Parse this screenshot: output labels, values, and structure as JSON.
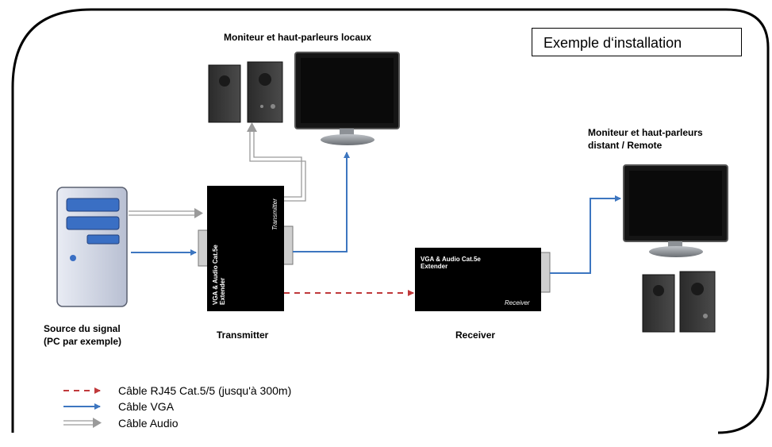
{
  "title": "Exemple d‘installation",
  "labels": {
    "local_monitor": "Moniteur et haut-parleurs locaux",
    "remote_monitor_line1": "Moniteur et haut-parleurs",
    "remote_monitor_line2": "distant / Remote",
    "source_line1": "Source du signal",
    "source_line2": "(PC par exemple)",
    "transmitter": "Transmitter",
    "receiver": "Receiver"
  },
  "transmitter_device": {
    "line1": "VGA & Audio Cat.5e",
    "line2": "Extender",
    "side_label": "Transmitter"
  },
  "receiver_device": {
    "line1": "VGA & Audio Cat.5e",
    "line2": "Extender",
    "corner_label": "Receiver"
  },
  "legend": [
    {
      "type": "rj45",
      "text": "Câble RJ45 Cat.5/5 (jusqu'à 300m)",
      "color": "#c0393b"
    },
    {
      "type": "vga",
      "text": "Câble VGA",
      "color": "#3d76c0"
    },
    {
      "type": "audio",
      "text": "Câble Audio",
      "color": "#9a9a9a"
    }
  ],
  "colors": {
    "vga": "#3d76c0",
    "rj45": "#c0393b",
    "audio": "#9a9a9a",
    "pc_blue": "#3a6fc4"
  }
}
